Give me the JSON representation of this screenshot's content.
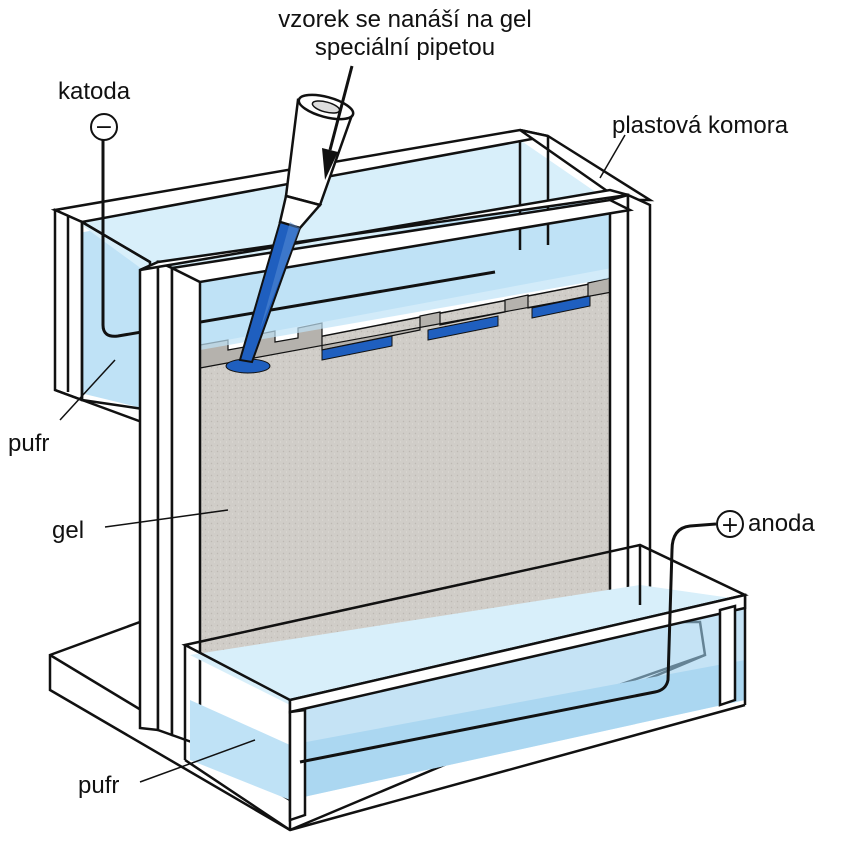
{
  "labels": {
    "sample_line1": "vzorek se nanáší na gel",
    "sample_line2": "speciální pipetou",
    "cathode": "katoda",
    "chamber": "plastová komora",
    "buffer_top": "pufr",
    "gel": "gel",
    "anode": "anoda",
    "buffer_bottom": "pufr"
  },
  "symbols": {
    "cathode": "−",
    "anode": "+"
  },
  "colors": {
    "buffer": "#bfe2f6",
    "buffer_deep": "#9fd0ee",
    "gel": "#d0cdc8",
    "gel_top": "#b5b2ad",
    "sample_blue": "#1f5fbf",
    "outline": "#111111",
    "frame": "#ffffff"
  }
}
